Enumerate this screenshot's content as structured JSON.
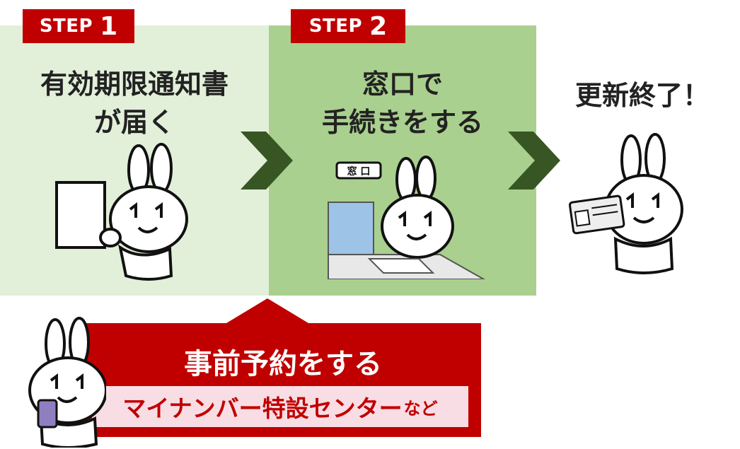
{
  "step1": {
    "badge_word": "STEP",
    "badge_num": "1",
    "title_line1": "有効期限通知書",
    "title_line2": "が届く"
  },
  "step2": {
    "badge_word": "STEP",
    "badge_num": "2",
    "title_line1": "窓口で",
    "title_line2": "手続きをする",
    "window_sign": "窓 口"
  },
  "step3": {
    "title": "更新終了！"
  },
  "reservation": {
    "title": "事前予約をする",
    "place_main": "マイナンバー特設センター",
    "place_suffix": "など"
  },
  "colors": {
    "badge_red": "#c00000",
    "panel1_bg": "#e2efd9",
    "panel2_bg": "#a9d08e",
    "arrow_green": "#375623",
    "subbox_pink": "#f9dde4"
  }
}
